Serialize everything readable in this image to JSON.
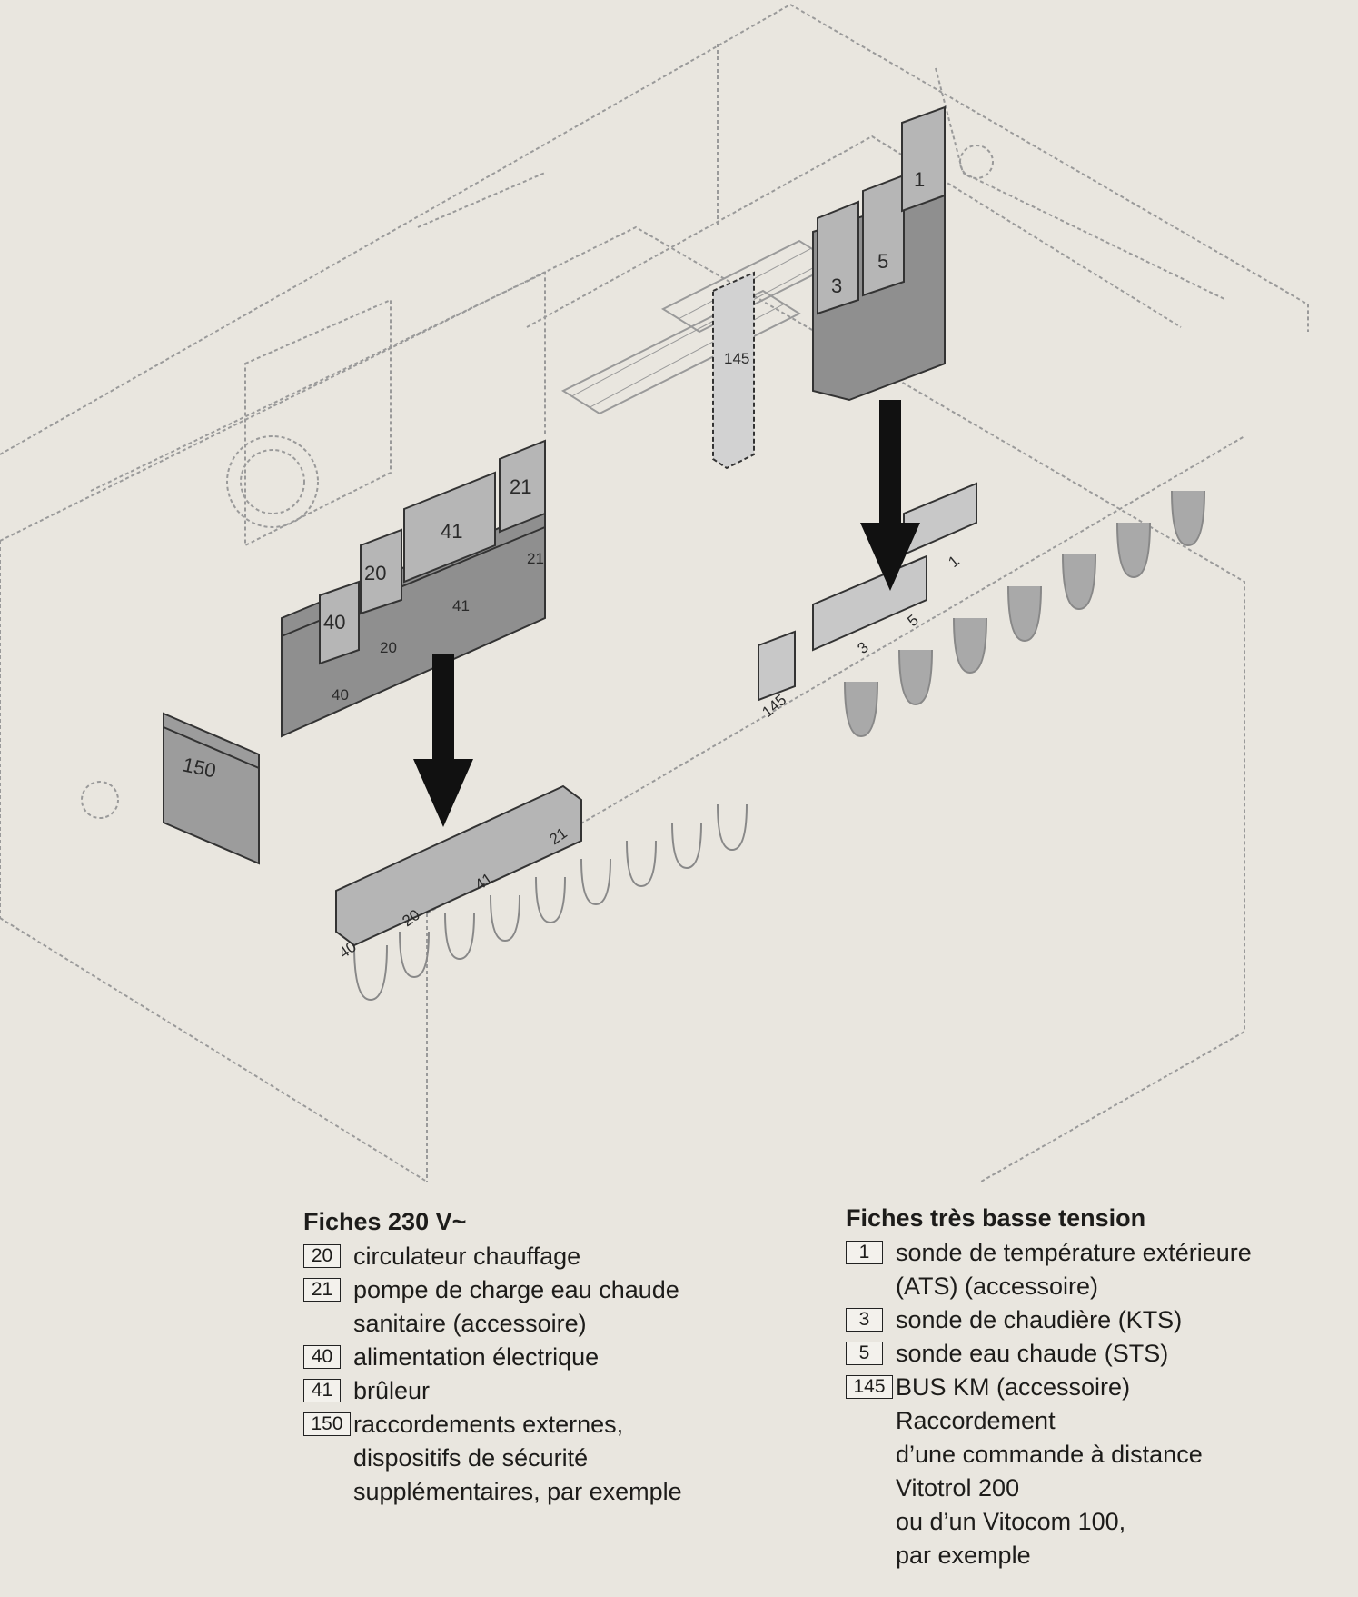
{
  "diagram": {
    "plugs_230v": [
      "40",
      "20",
      "41",
      "21"
    ],
    "socket_230v_labels": [
      "40",
      "20",
      "41",
      "21"
    ],
    "plug_150": "150",
    "plugs_low_voltage": [
      "3",
      "5",
      "1"
    ],
    "plug_145": "145",
    "socket_low_voltage_labels": [
      "3",
      "5",
      "1"
    ],
    "socket_145": "145"
  },
  "legend_left": {
    "title": "Fiches 230 V~",
    "items": [
      {
        "code": "20",
        "text": "circulateur chauffage"
      },
      {
        "code": "21",
        "text": "pompe de charge eau chaude\nsanitaire (accessoire)"
      },
      {
        "code": "40",
        "text": "alimentation électrique"
      },
      {
        "code": "41",
        "text": "brûleur"
      },
      {
        "code": "150",
        "text": "raccordements externes,\ndispositifs de sécurité\nsupplémentaires, par exemple"
      }
    ]
  },
  "legend_right": {
    "title": "Fiches très basse tension",
    "items": [
      {
        "code": "1",
        "text": "sonde de température extérieure\n(ATS) (accessoire)"
      },
      {
        "code": "3",
        "text": "sonde de chaudière (KTS)"
      },
      {
        "code": "5",
        "text": "sonde eau chaude (STS)"
      },
      {
        "code": "145",
        "text": "BUS KM (accessoire)\nRaccordement\nd’une commande à distance\nVitotrol 200\nou d’un Vitocom 100,\npar exemple"
      }
    ]
  }
}
